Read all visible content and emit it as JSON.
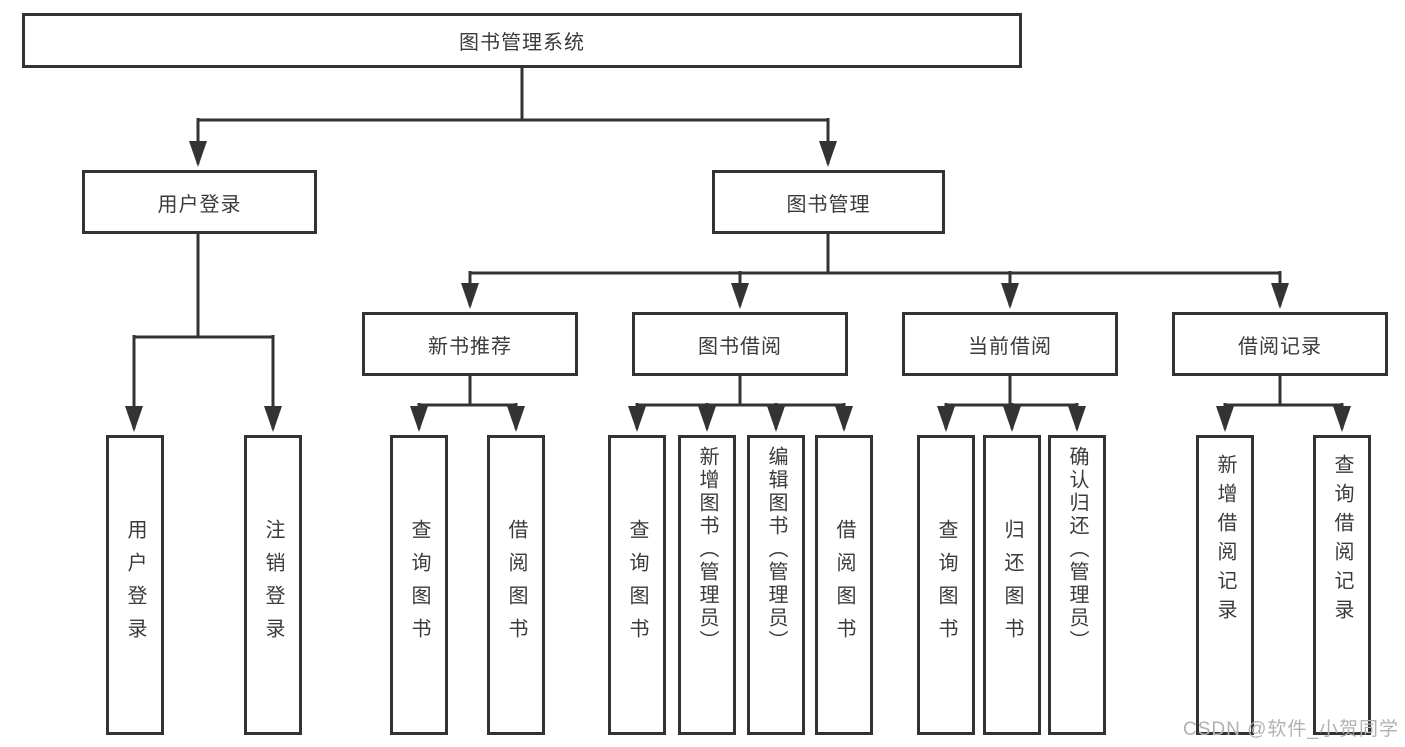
{
  "diagram": {
    "title": "图书管理系统",
    "level2": [
      {
        "label": "用户登录"
      },
      {
        "label": "图书管理"
      }
    ],
    "level3": [
      {
        "label": "新书推荐"
      },
      {
        "label": "图书借阅"
      },
      {
        "label": "当前借阅"
      },
      {
        "label": "借阅记录"
      }
    ],
    "leaves": {
      "user": [
        "用户登录",
        "注销登录"
      ],
      "recommend": [
        "查询图书",
        "借阅图书"
      ],
      "borrow": [
        "查询图书",
        "新增图书（管理员）",
        "编辑图书（管理员）",
        "借阅图书"
      ],
      "current": [
        "查询图书",
        "归还图书",
        "确认归还（管理员）"
      ],
      "records": [
        "新增借阅记录",
        "查询借阅记录"
      ]
    }
  },
  "watermark": "CSDN @软件_小贺同学",
  "colors": {
    "line": "#333333",
    "text": "#3b3b3b",
    "watermark": "#b2b2b2",
    "background": "#ffffff"
  }
}
